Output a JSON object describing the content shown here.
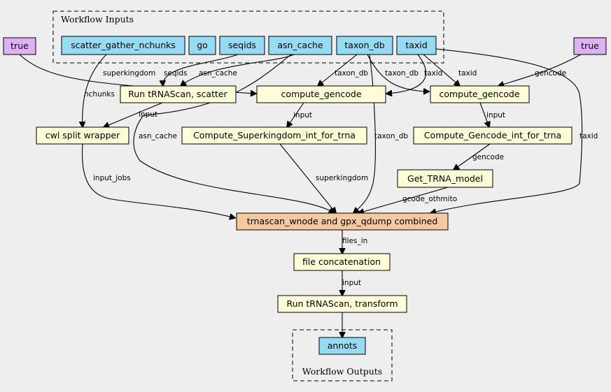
{
  "colors": {
    "input": "#94dcf4",
    "step": "#fdfdd6",
    "combined": "#f4c99d",
    "default_value": "#dcb2f5",
    "background": "#eeeeee"
  },
  "clusters": {
    "inputs": "Workflow Inputs",
    "outputs": "Workflow Outputs"
  },
  "nodes": {
    "true_left": "true",
    "true_right": "true",
    "scatter_gather_nchunks": "scatter_gather_nchunks",
    "go": "go",
    "seqids": "seqids",
    "asn_cache": "asn_cache",
    "taxon_db": "taxon_db",
    "taxid": "taxid",
    "run_trnascan_scatter": "Run tRNAScan, scatter",
    "compute_gencode_1": "compute_gencode",
    "compute_gencode_2": "compute_gencode",
    "cwl_split_wrapper": "cwl split wrapper",
    "compute_superkingdom": "Compute_Superkingdom_int_for_trna",
    "compute_gencode_int": "Compute_Gencode_int_for_trna",
    "get_trna_model": "Get_TRNA_model",
    "trnascan_combined": "trnascan_wnode and gpx_qdump combined",
    "file_concatenation": "file concatenation",
    "run_trnascan_transform": "Run tRNAScan, transform",
    "annots": "annots"
  },
  "edge_labels": {
    "superkingdom_1": "superkingdom",
    "gencode_1": "gencode",
    "seqids": "seqids",
    "asn_cache_1": "asn_cache",
    "taxon_db_1": "taxon_db",
    "taxon_db_2": "taxon_db",
    "taxid_1": "taxid",
    "taxid_2": "taxid",
    "nchunks": "nchunks",
    "input_1": "input",
    "input_2": "input",
    "input_3": "input",
    "asn_cache_2": "asn_cache",
    "taxon_db_3": "taxon_db",
    "taxid_3": "taxid",
    "gencode_2": "gencode",
    "input_jobs": "input_jobs",
    "superkingdom_2": "superkingdom",
    "gcode_othmito": "gcode_othmito",
    "files_in": "files_in",
    "input_4": "input"
  }
}
